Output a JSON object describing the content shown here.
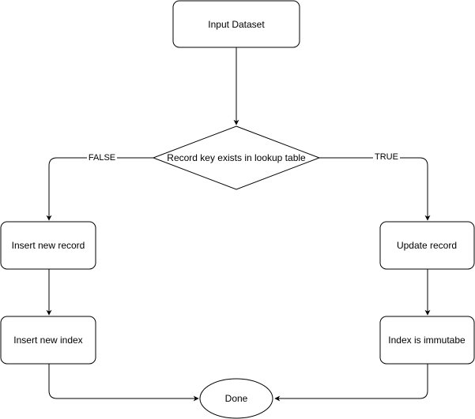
{
  "diagram": {
    "nodes": {
      "input": {
        "label": "Input Dataset",
        "shape": "rounded-rect"
      },
      "decision": {
        "label": "Record key exists in lookup table",
        "shape": "diamond"
      },
      "insert_record": {
        "label": "Insert new record",
        "shape": "rounded-rect"
      },
      "insert_index": {
        "label": "Insert new index",
        "shape": "rounded-rect"
      },
      "update_record": {
        "label": "Update record",
        "shape": "rounded-rect"
      },
      "index_immutable": {
        "label": "Index is immutabe",
        "shape": "rounded-rect"
      },
      "done": {
        "label": "Done",
        "shape": "ellipse"
      }
    },
    "edges": {
      "false_label": "FALSE",
      "true_label": "TRUE"
    },
    "colors": {
      "stroke": "#000000",
      "fill": "#ffffff",
      "text": "#000000"
    }
  }
}
